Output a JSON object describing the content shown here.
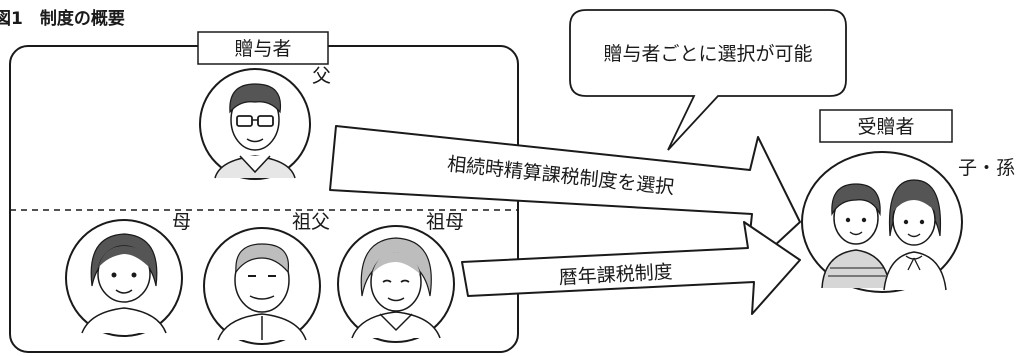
{
  "figure_title": "図1　制度の概要",
  "donor_box_label": "贈与者",
  "recipient_box_label": "受贈者",
  "speech_bubble_text": "贈与者ごとに選択が可能",
  "donors": {
    "father": "父",
    "mother": "母",
    "grandfather": "祖父",
    "grandmother": "祖母"
  },
  "recipients_label": "子・孫",
  "arrows": {
    "upper": "相続時精算課税制度を選択",
    "lower": "暦年課税制度"
  }
}
